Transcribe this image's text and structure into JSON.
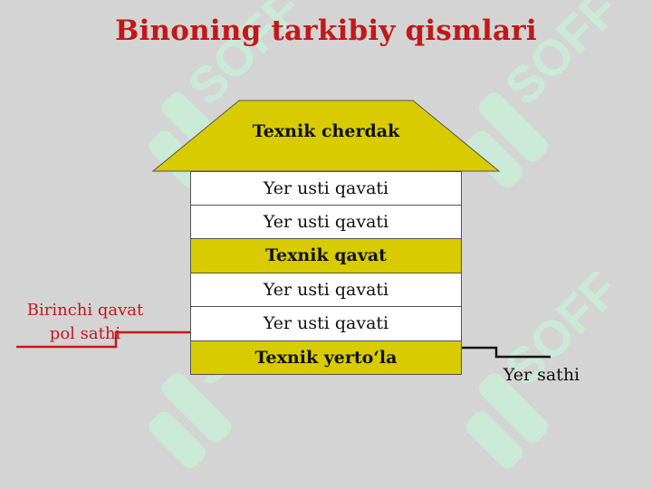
{
  "title": "Binoning tarkibiy qismlari",
  "watermark": {
    "text": "SOFF",
    "color": "#c8f0d8",
    "icon": "soff-logo-icon"
  },
  "diagram": {
    "roof_label": "Texnik cherdak",
    "floors": [
      {
        "label": "Yer usti qavati",
        "style": "white"
      },
      {
        "label": "Yer usti qavati",
        "style": "white"
      },
      {
        "label": "Texnik qavat",
        "style": "yellow"
      },
      {
        "label": "Yer usti qavati",
        "style": "white"
      },
      {
        "label": "Yer usti qavati",
        "style": "white"
      },
      {
        "label": "Texnik yerto‘la",
        "style": "yellow"
      }
    ],
    "first_floor_label": "Birinchi qavat pol sathi",
    "ground_label": "Yer sathi"
  },
  "colors": {
    "background": "#d4d4d4",
    "title": "#c41818",
    "highlight": "#d8cc00",
    "floor": "#ffffff",
    "marker_line": "#c41818"
  }
}
